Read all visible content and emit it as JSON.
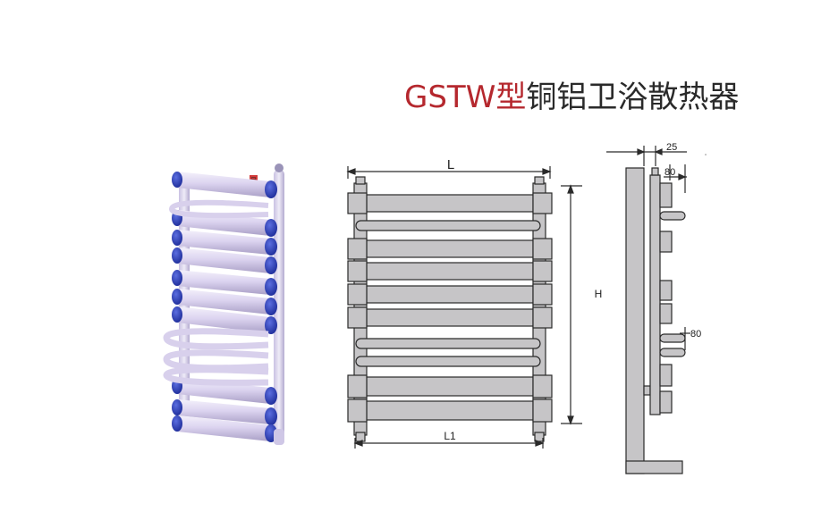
{
  "title": {
    "model_code": "GSTW型",
    "product_name": "铜铝卫浴散热器"
  },
  "product_photo": {
    "badge_text": "日"
  },
  "front_view": {
    "width_label": "L",
    "height_label": "H",
    "center_label": "L1"
  },
  "side_view": {
    "depth_label_1": "25",
    "depth_label_2": "80",
    "spacing_label": "80"
  },
  "colors": {
    "title_accent": "#b5282e",
    "tube_fill": "#c6c5c7",
    "tube_stroke": "#2a2a2a",
    "photo_tube": "#dcd4f0",
    "photo_endcap": "#2b3fb8"
  }
}
